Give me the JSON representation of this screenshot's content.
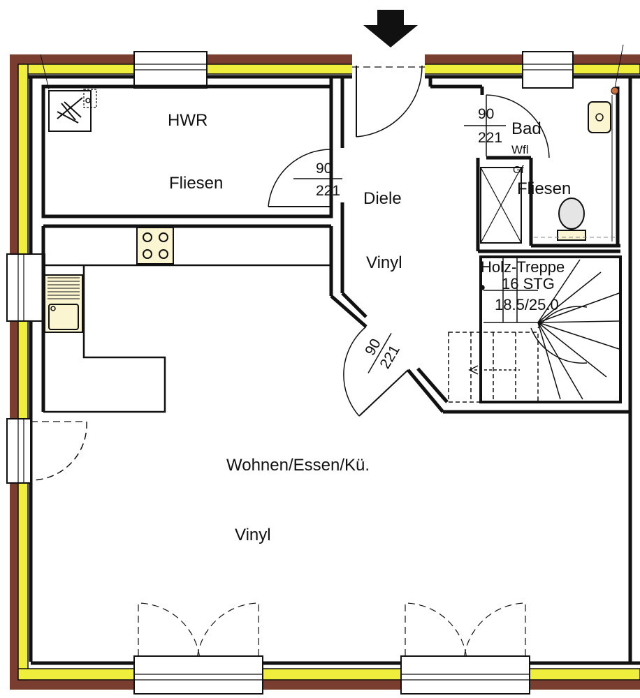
{
  "colors": {
    "brick": "#7a3e30",
    "insulation": "#f0ee3c",
    "wall": "#111111",
    "fixture_fill": "#fbf5d2"
  },
  "rooms": {
    "hwr": {
      "name": "HWR",
      "floor": "Fliesen"
    },
    "diele": {
      "name": "Diele",
      "floor": "Vinyl"
    },
    "bad": {
      "name": "Bad",
      "floor": "Fliesen",
      "partial": "Wfl",
      "partial2": "Gf"
    },
    "wohnen": {
      "name": "Wohnen/Essen/Kü.",
      "floor": "Vinyl"
    }
  },
  "doors": {
    "hwr": {
      "width": "90",
      "height": "221"
    },
    "bad": {
      "width": "90",
      "height": "221"
    },
    "wohnen": {
      "width": "90",
      "height": "221"
    }
  },
  "stairs": {
    "title": "Holz-Treppe",
    "steps": "16 STG",
    "ratio": "18.5/25.0"
  },
  "icons": {
    "entrance": "arrow-down-icon",
    "boiler": "boiler-icon",
    "hob": "cooktop-icon",
    "sink": "kitchen-sink-icon",
    "washbasin": "washbasin-icon",
    "toilet": "toilet-icon",
    "shower": "shower-icon"
  }
}
